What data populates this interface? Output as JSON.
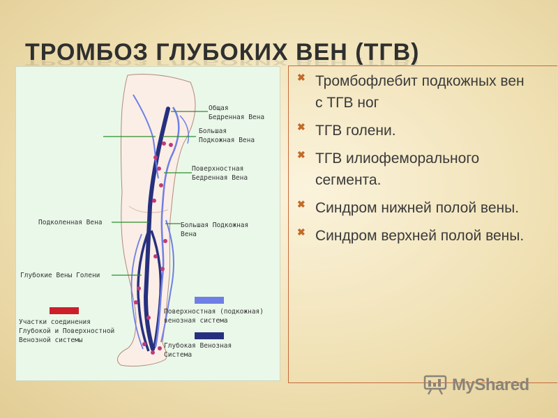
{
  "slide": {
    "title": "ТРОМБОЗ ГЛУБОКИХ ВЕН (ТГВ)"
  },
  "figure": {
    "labels": {
      "common_femoral": "Общая\nБедренная Вена",
      "great_saphenous_upper": "Большая\nПодкожная Вена",
      "superficial_femoral": "Поверхностная\nБедренная Вена",
      "popliteal": "Подколенная Вена",
      "great_saphenous_lower": "Большая Подкожная\nВена",
      "deep_leg_veins": "Глубокие Вены Голени",
      "connection_areas": "Участки соединения\nГлубокой и Поверхностной\nВенозной системы",
      "superficial_system": "Поверхностная (подкожная)\nвенозная система",
      "deep_system": "Глубокая Венозная\nСистема"
    },
    "colors": {
      "connection_areas": "#cc1f2a",
      "superficial_system": "#6f7fe6",
      "deep_system": "#27307e"
    }
  },
  "bullets": [
    "Тромбофлебит подкожных вен с ТГВ ног",
    "ТГВ голени.",
    "ТГВ илиофеморального сегмента.",
    "Синдром нижней полой вены.",
    "Синдром верхней полой вены."
  ],
  "bullet_icon": "x-bullet-icon",
  "watermark": {
    "text": "MyShared"
  }
}
